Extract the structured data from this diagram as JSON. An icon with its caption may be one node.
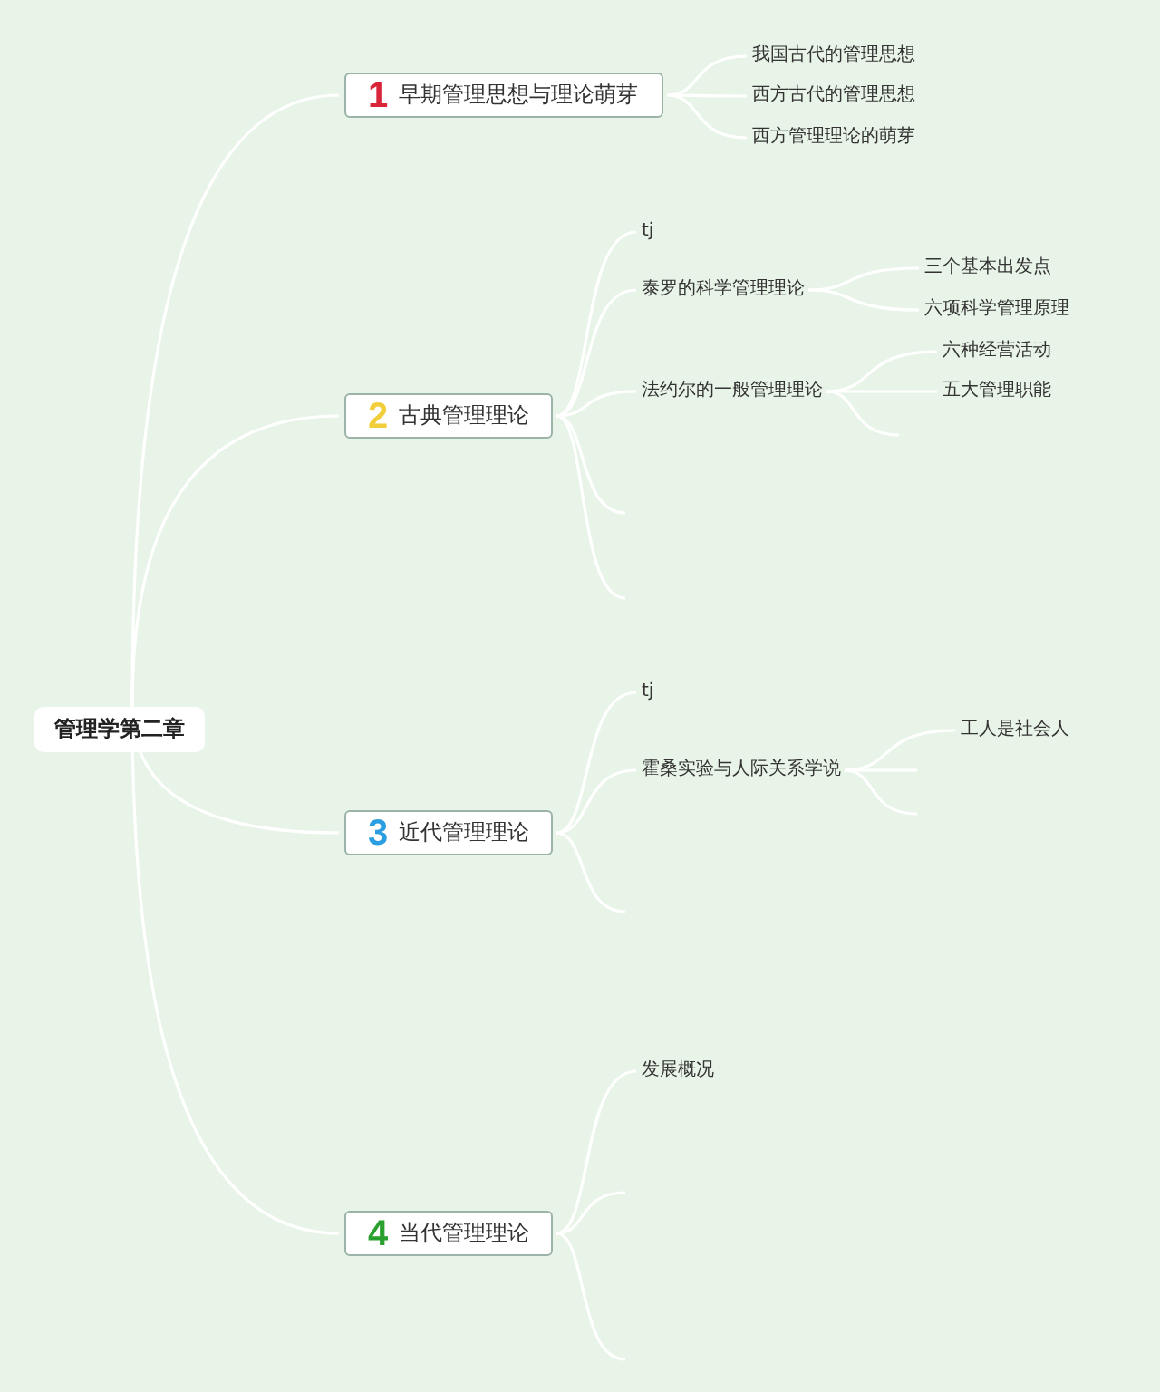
{
  "diagram": {
    "nodes": [
      {
        "text": [
          "管理学第二章"
        ]
      },
      {
        "text": [
          "1",
          "早期管理思想与理论萌芽"
        ]
      },
      {
        "text": [
          "我国古代的管理思想"
        ]
      },
      {
        "text": [
          "西方古代的管理思想"
        ]
      },
      {
        "text": [
          "西方管理理论的萌芽"
        ]
      },
      {
        "text": [
          "2",
          "古典管理理论"
        ]
      },
      {
        "text": [
          "tj"
        ]
      },
      {
        "text": [
          "泰罗的科学管理理论"
        ]
      },
      {
        "text": [
          "三个基本出发点"
        ]
      },
      {
        "text": [
          "六项科学管理原理"
        ]
      },
      {
        "text": [
          "法约尔的一般管理理论"
        ]
      },
      {
        "text": [
          "六种经营活动"
        ]
      },
      {
        "text": [
          "五大管理职能"
        ]
      },
      {
        "text": [
          "3",
          "近代管理理论"
        ]
      },
      {
        "text": [
          "tj"
        ]
      },
      {
        "text": [
          "霍桑实验与人际关系学说"
        ]
      },
      {
        "text": [
          "工人是社会人"
        ]
      },
      {
        "text": [
          "4",
          "当代管理理论"
        ]
      },
      {
        "text": [
          "发展概况"
        ]
      }
    ],
    "edges": [
      {
        "from": 0,
        "to": 1,
        "arrow": "none"
      },
      {
        "from": 0,
        "to": 5,
        "arrow": "none"
      },
      {
        "from": 0,
        "to": 13,
        "arrow": "none"
      },
      {
        "from": 0,
        "to": 17,
        "arrow": "none"
      },
      {
        "from": 1,
        "to": 2,
        "arrow": "none"
      },
      {
        "from": 1,
        "to": 3,
        "arrow": "none"
      },
      {
        "from": 1,
        "to": 4,
        "arrow": "none"
      },
      {
        "from": 5,
        "to": 6,
        "arrow": "none"
      },
      {
        "from": 5,
        "to": 7,
        "arrow": "none"
      },
      {
        "from": 5,
        "to": 10,
        "arrow": "none"
      },
      {
        "from": 5,
        "to": null,
        "arrow": "none"
      },
      {
        "from": 5,
        "to": null,
        "arrow": "none"
      },
      {
        "from": 7,
        "to": 8,
        "arrow": "none"
      },
      {
        "from": 7,
        "to": 9,
        "arrow": "none"
      },
      {
        "from": 10,
        "to": 11,
        "arrow": "none"
      },
      {
        "from": 10,
        "to": 12,
        "arrow": "none"
      },
      {
        "from": 10,
        "to": null,
        "arrow": "none"
      },
      {
        "from": 13,
        "to": 14,
        "arrow": "none"
      },
      {
        "from": 13,
        "to": 15,
        "arrow": "none"
      },
      {
        "from": 13,
        "to": null,
        "arrow": "none"
      },
      {
        "from": 15,
        "to": 16,
        "arrow": "none"
      },
      {
        "from": 15,
        "to": null,
        "arrow": "none"
      },
      {
        "from": 15,
        "to": null,
        "arrow": "none"
      },
      {
        "from": 17,
        "to": 18,
        "arrow": "none"
      },
      {
        "from": 17,
        "to": null,
        "arrow": "none"
      },
      {
        "from": 17,
        "to": null,
        "arrow": "none"
      }
    ]
  }
}
